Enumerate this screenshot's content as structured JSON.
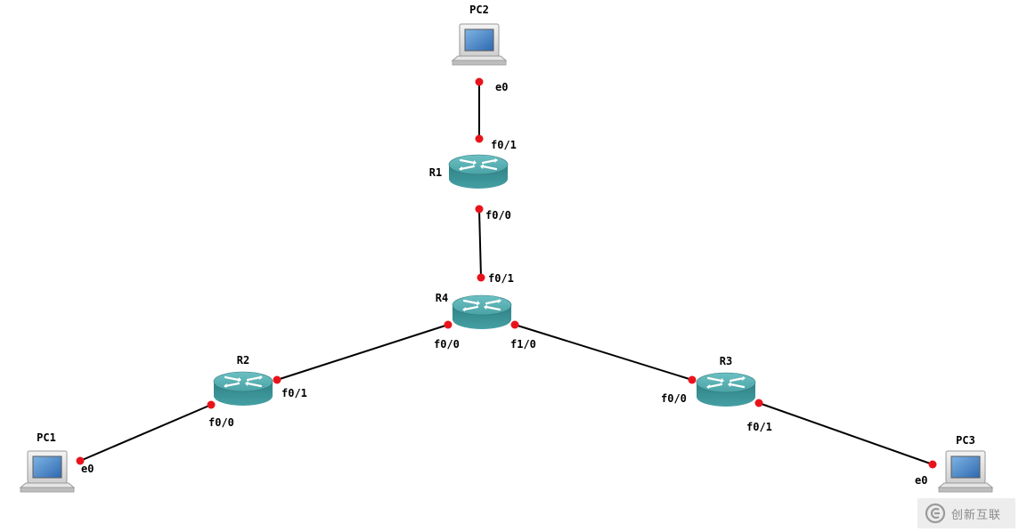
{
  "nodes": {
    "pc2": {
      "name": "PC2",
      "kind": "host"
    },
    "r1": {
      "name": "R1",
      "kind": "router"
    },
    "r4": {
      "name": "R4",
      "kind": "router"
    },
    "r2": {
      "name": "R2",
      "kind": "router"
    },
    "r3": {
      "name": "R3",
      "kind": "router"
    },
    "pc1": {
      "name": "PC1",
      "kind": "host"
    },
    "pc3": {
      "name": "PC3",
      "kind": "host"
    }
  },
  "links": [
    {
      "from": "pc2",
      "from_port": "e0",
      "to": "r1",
      "to_port": "f0/1"
    },
    {
      "from": "r1",
      "from_port": "f0/0",
      "to": "r4",
      "to_port": "f0/1"
    },
    {
      "from": "r4",
      "from_port": "f0/0",
      "to": "r2",
      "to_port": "f0/1"
    },
    {
      "from": "r4",
      "from_port": "f1/0",
      "to": "r3",
      "to_port": "f0/0"
    },
    {
      "from": "r2",
      "from_port": "f0/0",
      "to": "pc1",
      "to_port": "e0"
    },
    {
      "from": "r3",
      "from_port": "f0/1",
      "to": "pc3",
      "to_port": "e0"
    }
  ],
  "colors": {
    "router_body": "#3b8f93",
    "router_top": "#56aeb1",
    "port_dot": "#e8141c",
    "link": "#000000"
  },
  "watermark": {
    "text": "创新互联",
    "icon": "logo-icon"
  }
}
